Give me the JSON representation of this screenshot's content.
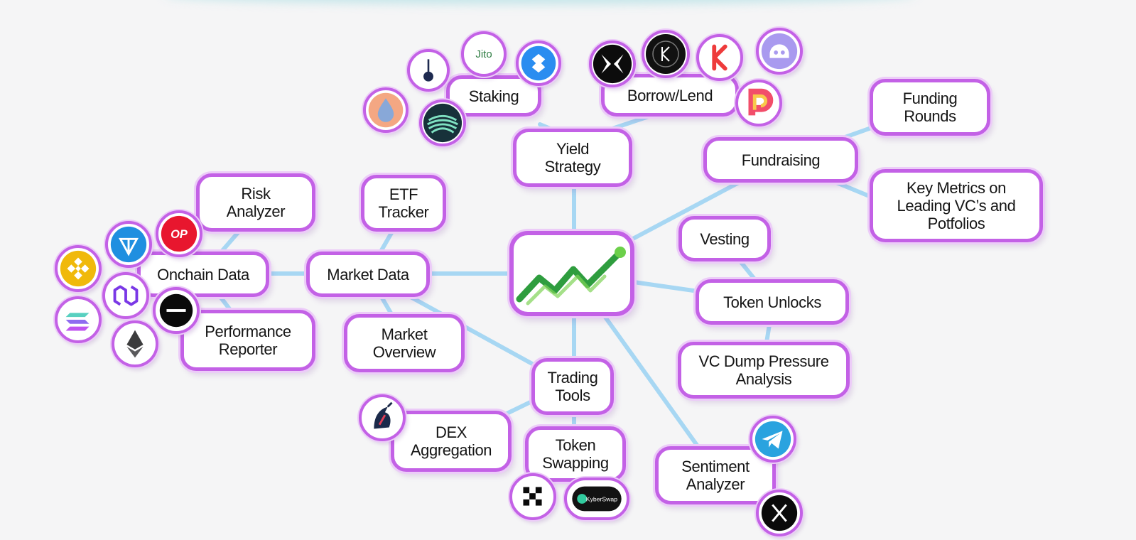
{
  "nodes": {
    "yield_strategy": "Yield\nStrategy",
    "staking": "Staking",
    "borrow_lend": "Borrow/Lend",
    "funding_rounds": "Funding\nRounds",
    "fundraising": "Fundraising",
    "key_metrics": "Key Metrics on\nLeading VC’s and\nPotfolios",
    "risk_analyzer": "Risk\nAnalyzer",
    "etf_tracker": "ETF\nTracker",
    "onchain_data": "Onchain Data",
    "market_data": "Market Data",
    "vesting": "Vesting",
    "token_unlocks": "Token Unlocks",
    "performance_reporter": "Performance\nReporter",
    "market_overview": "Market\nOverview",
    "vc_dump": "VC Dump Pressure\nAnalysis",
    "trading_tools": "Trading\nTools",
    "dex_aggregation": "DEX\nAggregation",
    "token_swapping": "Token\nSwapping",
    "sentiment_analyzer": "Sentiment\nAnalyzer"
  },
  "logo_text": {
    "jito": "Jito",
    "op": "OP",
    "kyberswap": "KyberSwap"
  },
  "icons": {
    "center": "trending-chart-icon",
    "staking_logos": [
      "marinade-pin-icon",
      "jito-icon",
      "blue-swirl-icon",
      "flame-drop-icon",
      "green-wave-icon"
    ],
    "lending_logos": [
      "butterfly-icon",
      "k-circle-icon",
      "red-k-icon",
      "purple-ghost-icon",
      "rainbow-p-icon"
    ],
    "chain_logos": [
      "ton-icon",
      "optimism-icon",
      "bnb-icon",
      "polygon-icon",
      "solana-icon",
      "ethereum-icon",
      "minus-circle-icon"
    ],
    "trading_logos": [
      "unicorn-icon",
      "checker-icon",
      "kyberswap-icon"
    ],
    "social_logos": [
      "telegram-icon",
      "x-icon"
    ]
  },
  "colors": {
    "node_border": "#c361e6",
    "edge": "#a7d7f3",
    "chart_green": "#3bb54a"
  }
}
